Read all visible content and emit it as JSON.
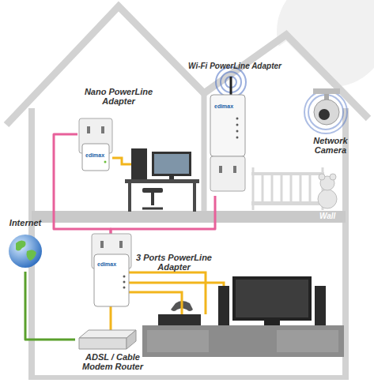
{
  "diagram": {
    "nodes": [
      {
        "text": [
          "Nano PowerLine Adapter"
        ]
      },
      {
        "text": [
          "Wi-Fi PowerLine Adapter"
        ]
      },
      {
        "text": [
          "Network Camera"
        ]
      },
      {
        "text": [
          "Internet"
        ]
      },
      {
        "text": [
          "3 Ports PowerLine Adapter"
        ]
      },
      {
        "text": [
          "ADSL / Cable Modem Router"
        ]
      }
    ],
    "edges": [
      {
        "from": 3,
        "to": 5,
        "arrow": "none"
      },
      {
        "from": 4,
        "to": 5,
        "arrow": "none"
      },
      {
        "from": 0,
        "to": 4,
        "arrow": "none"
      },
      {
        "from": 1,
        "to": 4,
        "arrow": "none"
      }
    ],
    "labels": [
      "Wall",
      "edimax",
      "edimax",
      "edimax"
    ]
  }
}
